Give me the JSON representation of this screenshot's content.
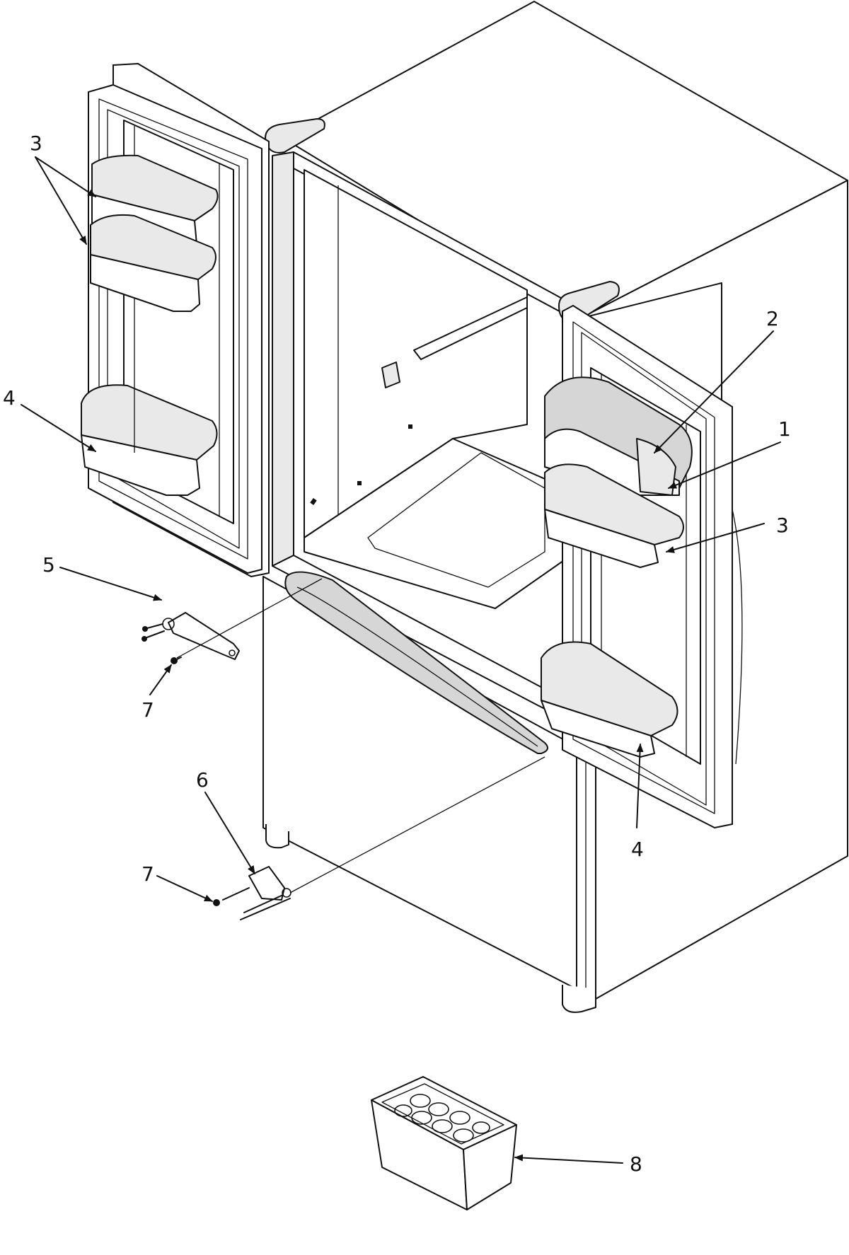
{
  "diagram": {
    "callouts": [
      {
        "id": "c1",
        "label": "1"
      },
      {
        "id": "c2",
        "label": "2"
      },
      {
        "id": "c3a",
        "label": "3"
      },
      {
        "id": "c3b",
        "label": "3"
      },
      {
        "id": "c4a",
        "label": "4"
      },
      {
        "id": "c4b",
        "label": "4"
      },
      {
        "id": "c5",
        "label": "5"
      },
      {
        "id": "c6",
        "label": "6"
      },
      {
        "id": "c7a",
        "label": "7"
      },
      {
        "id": "c7b",
        "label": "7"
      },
      {
        "id": "c8",
        "label": "8"
      }
    ]
  }
}
